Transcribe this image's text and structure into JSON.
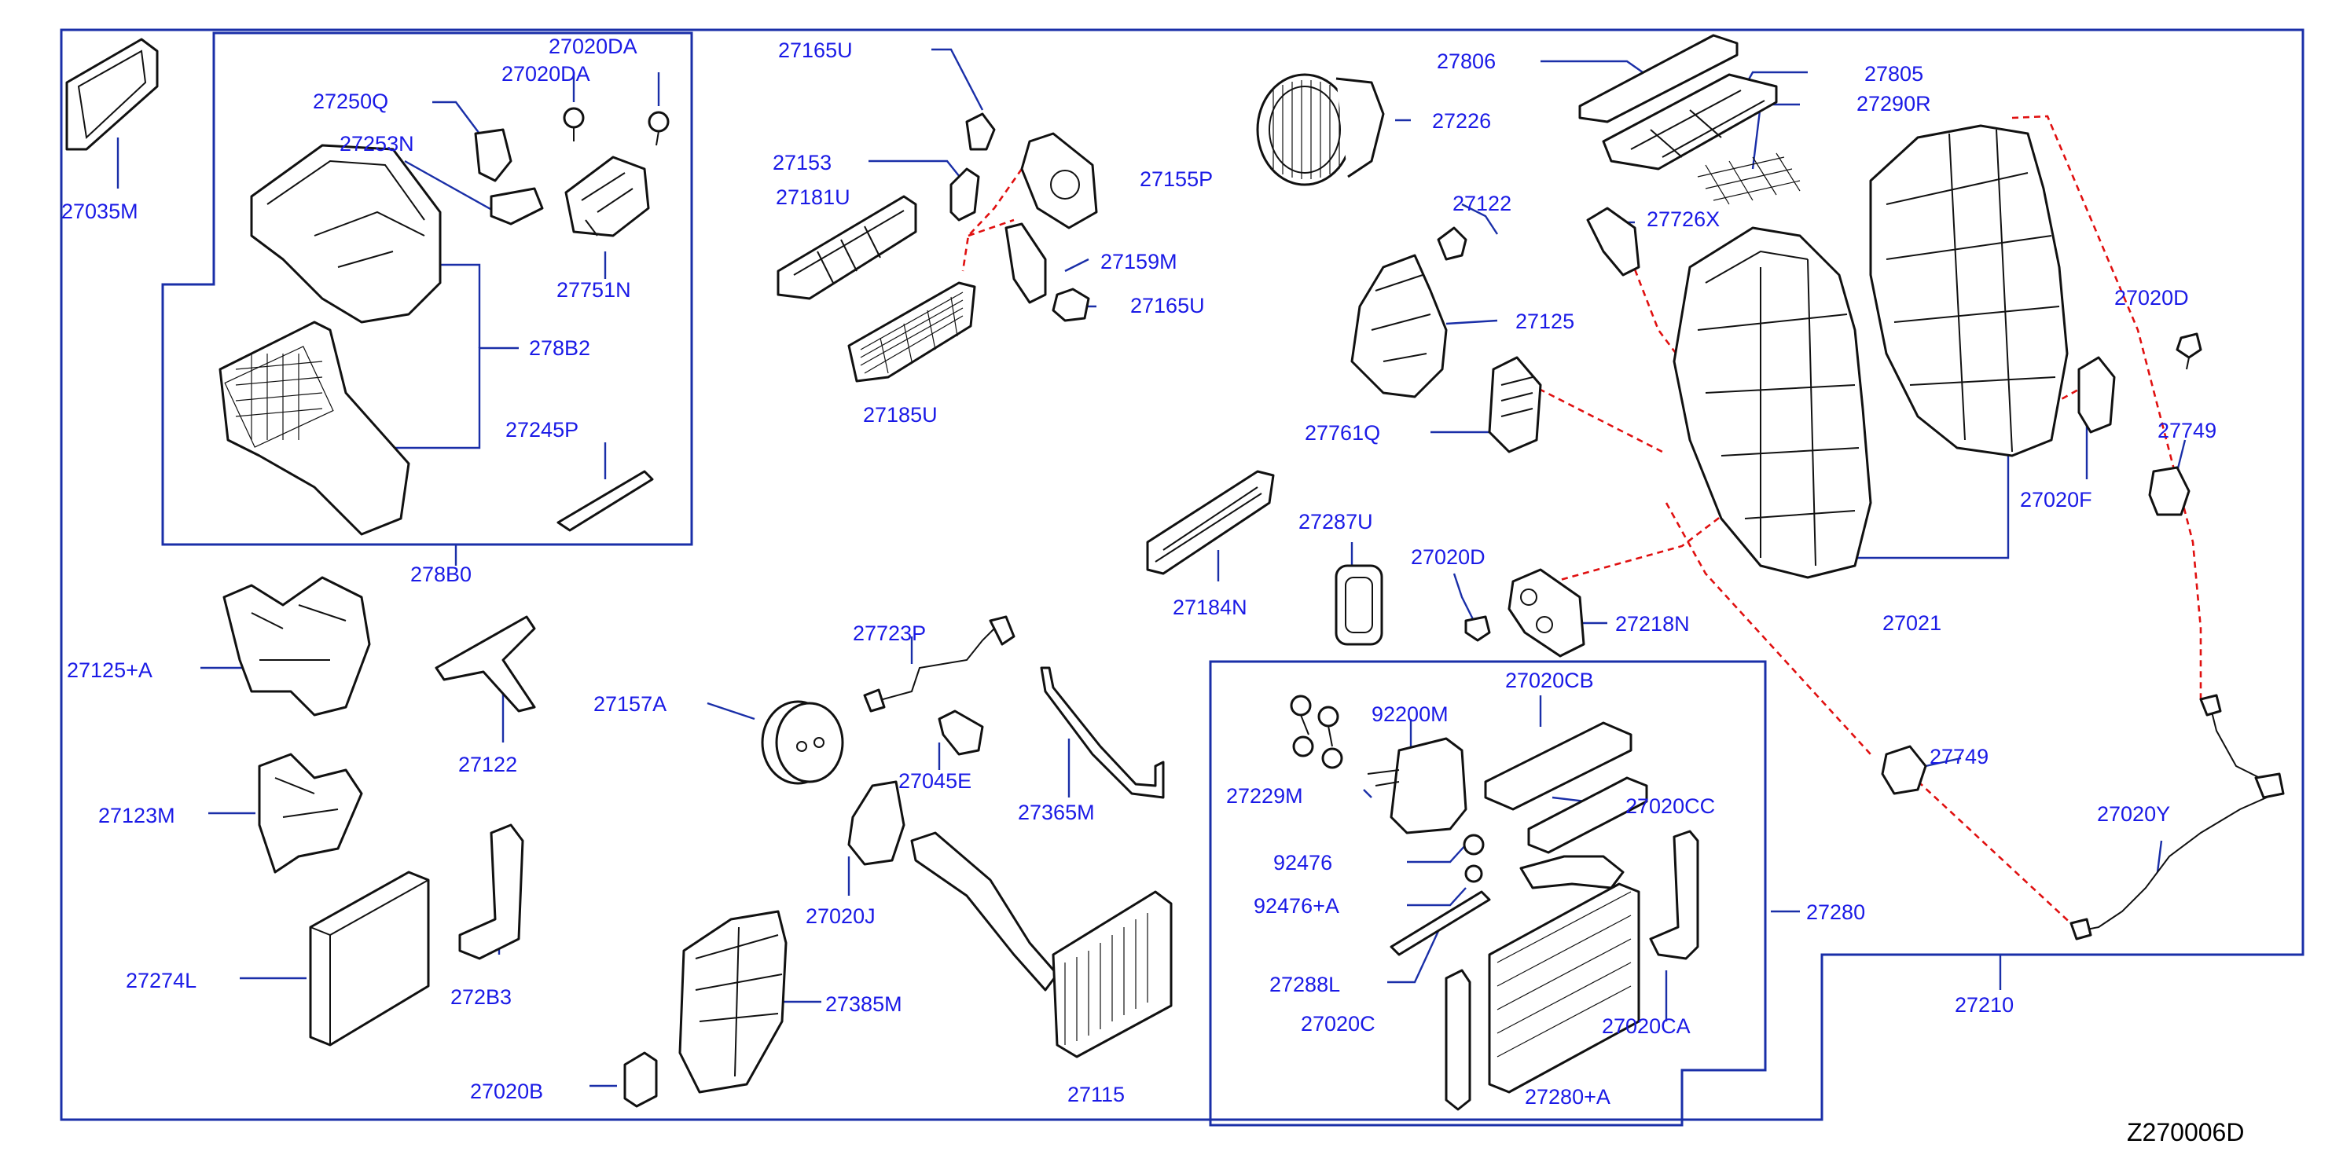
{
  "diagram_code": "Z270006D",
  "labels": {
    "l_27035M": "27035M",
    "l_27250Q": "27250Q",
    "l_27020DA_1": "27020DA",
    "l_27020DA_2": "27020DA",
    "l_27253N": "27253N",
    "l_27751N": "27751N",
    "l_278B2": "278B2",
    "l_27245P": "27245P",
    "l_278B0": "278B0",
    "l_27165U_1": "27165U",
    "l_27153": "27153",
    "l_27181U": "27181U",
    "l_27155P": "27155P",
    "l_27159M": "27159M",
    "l_27165U_2": "27165U",
    "l_27185U": "27185U",
    "l_27226": "27226",
    "l_27806": "27806",
    "l_27805": "27805",
    "l_27290R": "27290R",
    "l_27122_1": "27122",
    "l_27726X": "27726X",
    "l_27125": "27125",
    "l_27761Q": "27761Q",
    "l_27020D_1": "27020D",
    "l_27749_1": "27749",
    "l_27020F": "27020F",
    "l_27021": "27021",
    "l_27184N": "27184N",
    "l_27287U": "27287U",
    "l_27020D_2": "27020D",
    "l_27218N": "27218N",
    "l_27125A": "27125+A",
    "l_27122_2": "27122",
    "l_27123M": "27123M",
    "l_272B3": "272B3",
    "l_27274L": "27274L",
    "l_27020B": "27020B",
    "l_27157A": "27157A",
    "l_27723P": "27723P",
    "l_27045E": "27045E",
    "l_27365M": "27365M",
    "l_27020J": "27020J",
    "l_27385M": "27385M",
    "l_27115": "27115",
    "l_92200M": "92200M",
    "l_27020CB": "27020CB",
    "l_27229M": "27229M",
    "l_27020CC": "27020CC",
    "l_92476": "92476",
    "l_92476A": "92476+A",
    "l_27288L": "27288L",
    "l_27020C": "27020C",
    "l_27020CA": "27020CA",
    "l_27280A": "27280+A",
    "l_27280": "27280",
    "l_27749_2": "27749",
    "l_27020Y": "27020Y",
    "l_27210": "27210"
  },
  "colors": {
    "label_text": "#1a1ae6",
    "frame_lines": "#1a2fa8",
    "connection_dashes": "#e01010",
    "part_outline": "#111111",
    "diagram_code": "#000000"
  }
}
